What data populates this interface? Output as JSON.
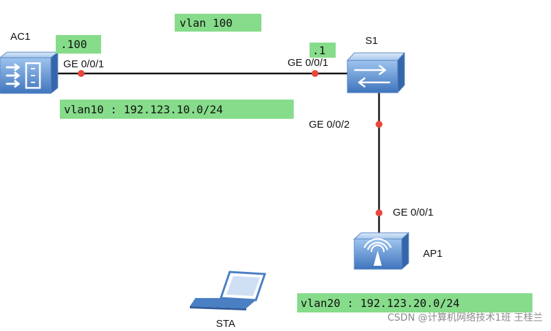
{
  "devices": {
    "ac1": {
      "name": "AC1",
      "icon": "access-controller-icon"
    },
    "s1": {
      "name": "S1",
      "icon": "switch-icon"
    },
    "ap1": {
      "name": "AP1",
      "icon": "wireless-access-point-icon"
    },
    "sta": {
      "name": "STA",
      "icon": "laptop-icon"
    }
  },
  "ports": {
    "ac1_g1": "GE 0/0/1",
    "s1_g1": "GE 0/0/1",
    "s1_g2": "GE 0/0/2",
    "ap1_g1": "GE 0/0/1"
  },
  "tags": {
    "vlan100": "vlan 100",
    "ac1_addr": ".100",
    "s1_addr": ".1",
    "vlan10": "vlan10 : 192.123.10.0/24",
    "vlan20": "vlan20 : 192.123.20.0/24"
  },
  "colors": {
    "tag_background": "#86dc8a",
    "port_dot": "#e8473c",
    "device_blue": "#4a7fc4",
    "link": "#111111"
  },
  "watermark": "CSDN @计算机网络技术1班 王桂兰"
}
